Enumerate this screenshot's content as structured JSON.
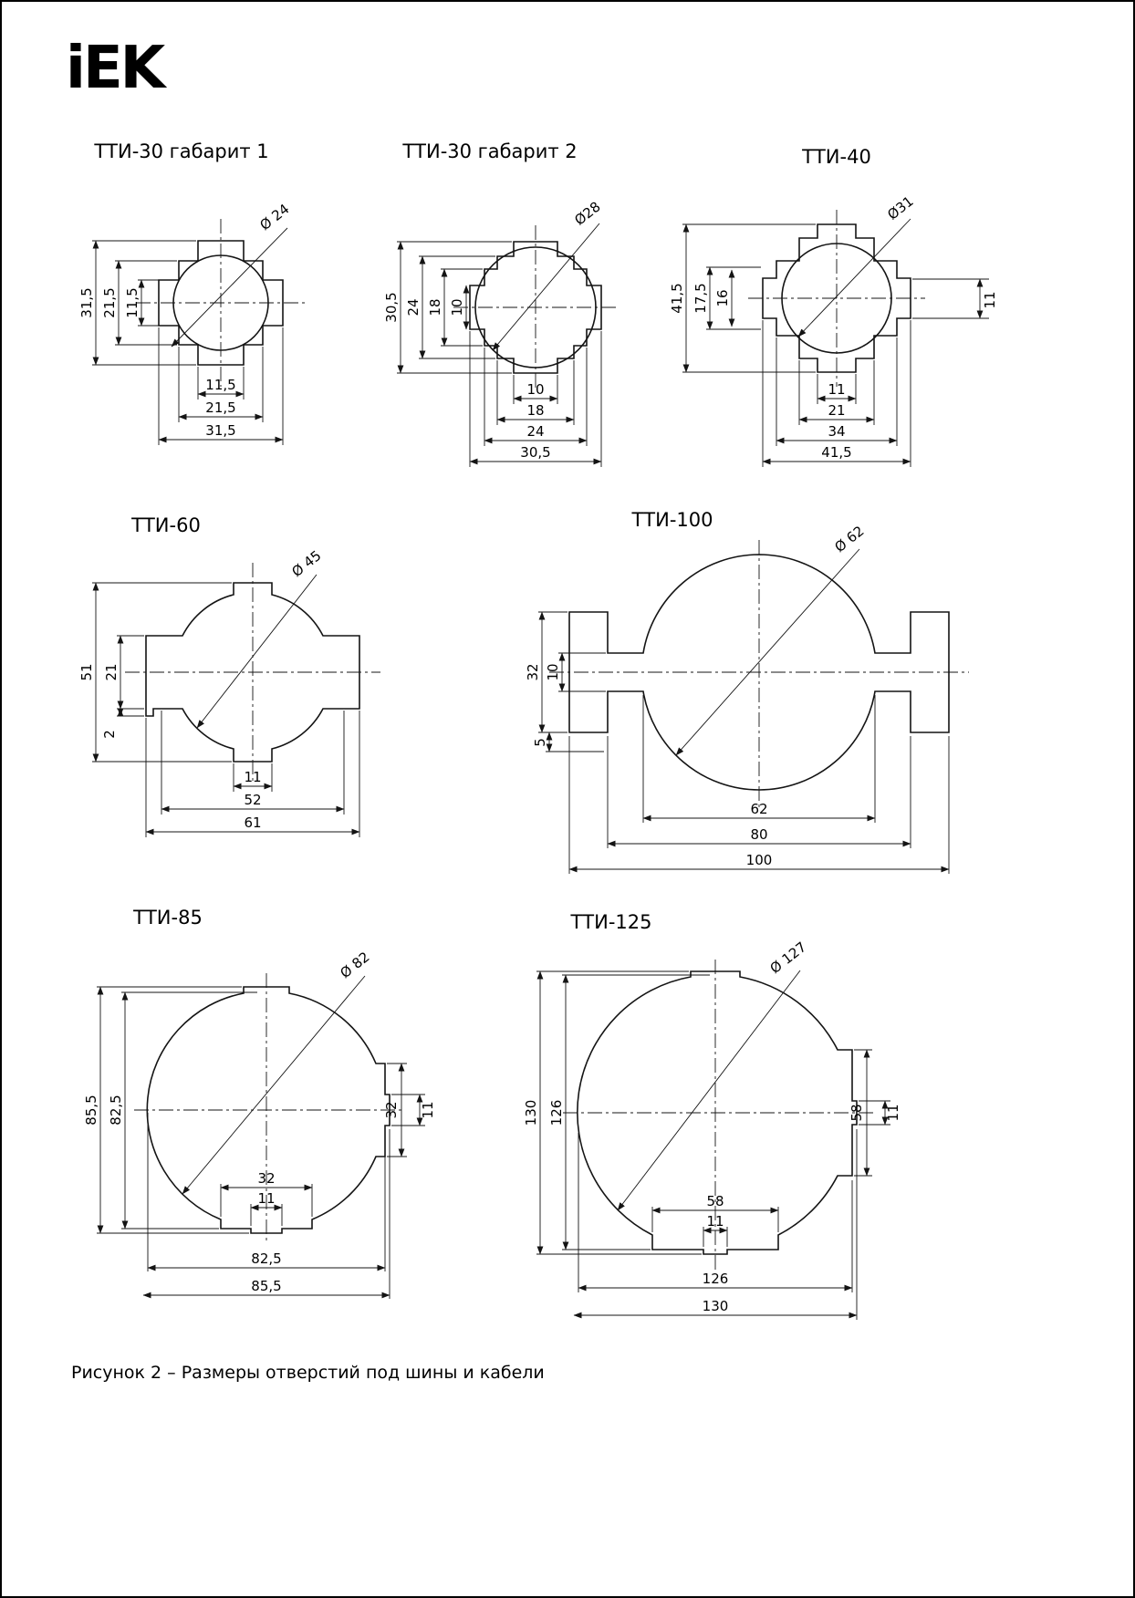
{
  "page": {
    "logo": "iEK",
    "caption": "Рисунок 2 – Размеры отверстий под шины и кабели"
  },
  "diagrams": [
    {
      "title": "ТТИ-30 габарит 1",
      "dia": "Ø 24",
      "left": [
        "31,5",
        "21,5",
        "11,5"
      ],
      "bottom": [
        "11,5",
        "21,5",
        "31,5"
      ]
    },
    {
      "title": "ТТИ-30 габарит 2",
      "dia": "Ø28",
      "left": [
        "30,5",
        "24",
        "18",
        "10"
      ],
      "bottom": [
        "10",
        "18",
        "24",
        "30,5"
      ]
    },
    {
      "title": "ТТИ-40",
      "dia": "Ø31",
      "left": [
        "41,5",
        "17,5",
        "16"
      ],
      "right": [
        "11"
      ],
      "bottom": [
        "11",
        "21",
        "34",
        "41,5"
      ]
    },
    {
      "title": "ТТИ-60",
      "dia": "Ø 45",
      "left": [
        "51",
        "21",
        "2"
      ],
      "bottom": [
        "11",
        "52",
        "61"
      ]
    },
    {
      "title": "ТТИ-100",
      "dia": "Ø 62",
      "left": [
        "32",
        "10",
        "5"
      ],
      "bottom": [
        "62",
        "80",
        "100"
      ]
    },
    {
      "title": "ТТИ-85",
      "dia": "Ø 82",
      "left": [
        "85,5",
        "82,5"
      ],
      "right": [
        "32",
        "11"
      ],
      "tab": [
        "32",
        "11"
      ],
      "bottom": [
        "82,5",
        "85,5"
      ]
    },
    {
      "title": "ТТИ-125",
      "dia": "Ø 127",
      "left": [
        "130",
        "126"
      ],
      "right": [
        "58",
        "11"
      ],
      "tab": [
        "58",
        "11"
      ],
      "bottom": [
        "126",
        "130"
      ]
    }
  ]
}
